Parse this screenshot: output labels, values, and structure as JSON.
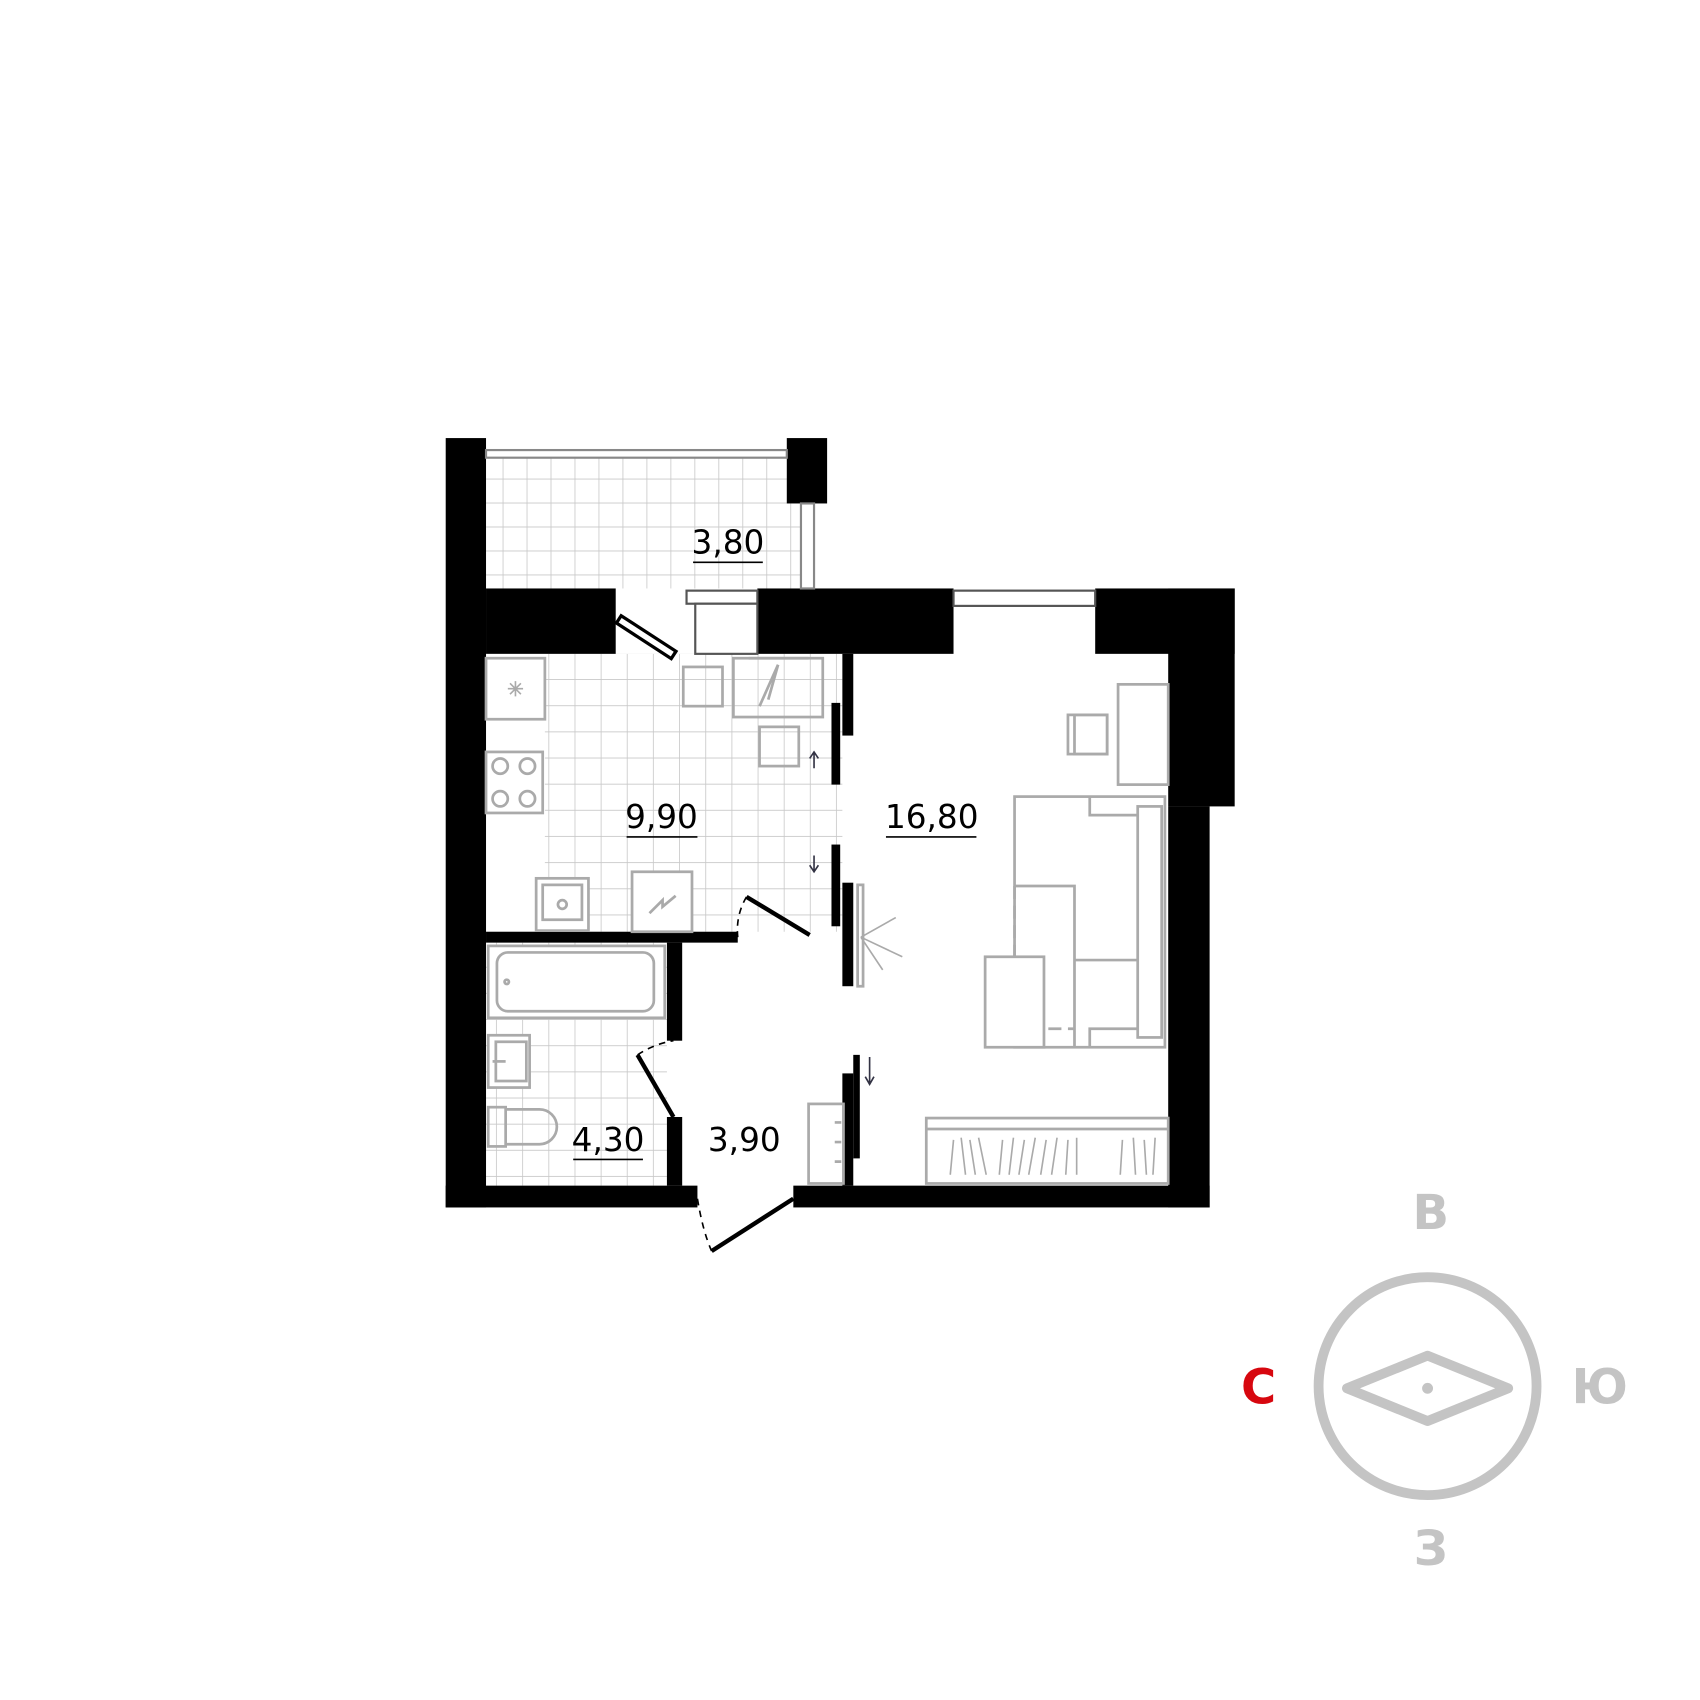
{
  "plan": {
    "rooms": [
      {
        "name": "balcony",
        "area": "3,80"
      },
      {
        "name": "kitchen",
        "area": "9,90"
      },
      {
        "name": "living-room",
        "area": "16,80"
      },
      {
        "name": "bathroom",
        "area": "4,30"
      },
      {
        "name": "hallway",
        "area": "3,90"
      }
    ]
  },
  "compass": {
    "north": "С",
    "east": "В",
    "south": "Ю",
    "west": "З",
    "north_color": "#d7070f",
    "other_color": "#c4c4c4"
  }
}
